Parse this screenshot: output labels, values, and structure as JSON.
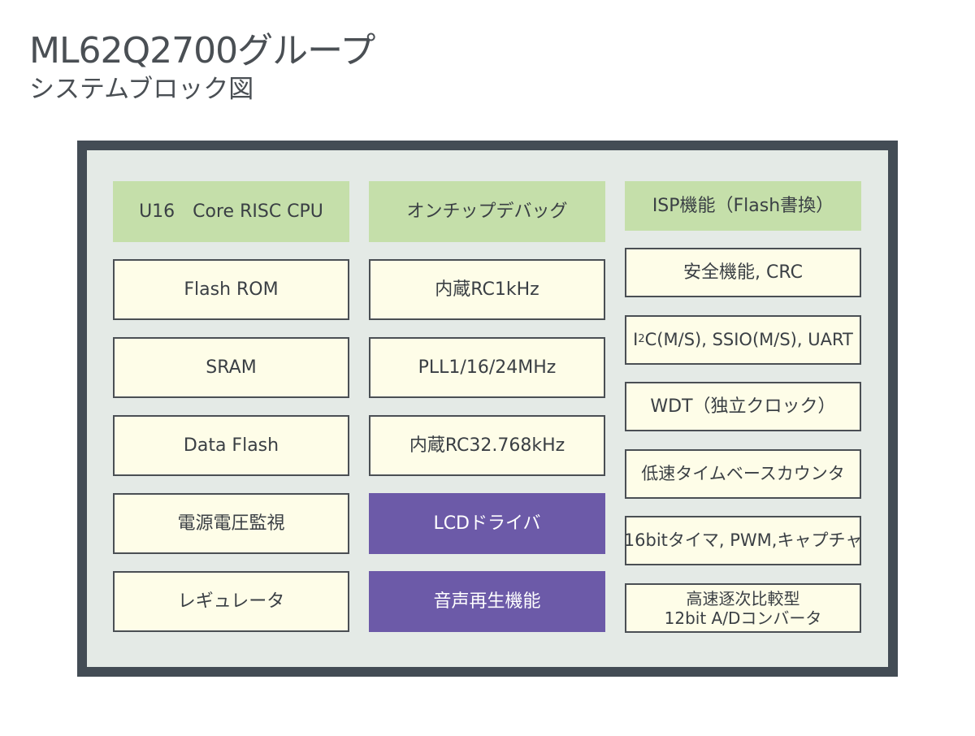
{
  "title": "ML62Q2700グループ",
  "subtitle": "システムブロック図",
  "blocks": {
    "cpu": "U16　Core RISC CPU",
    "debug": "オンチップデバッグ",
    "isp": "ISP機能（Flash書換）",
    "flash_rom": "Flash ROM",
    "rc1k": "内蔵RC1kHz",
    "safety": "安全機能, CRC",
    "sram": "SRAM",
    "pll": "PLL1/16/24MHz",
    "i2c_prefix": "I",
    "i2c_sup": "2",
    "i2c_rest": "C(M/S), SSIO(M/S), UART",
    "data_flash": "Data Flash",
    "rc32k": "内蔵RC32.768kHz",
    "wdt": "WDT（独立クロック）",
    "voltage_monitor": "電源電圧監視",
    "lcd": "LCDドライバ",
    "lowspeed_timer": "低速タイムベースカウンタ",
    "regulator": "レギュレータ",
    "sound": "音声再生機能",
    "timer16": "16bitタイマ, PWM,キャプチャ",
    "adc_line1": "高速逐次比較型",
    "adc_line2": "12bit A/Dコンバータ"
  },
  "colors": {
    "chip_border": "#434c55",
    "chip_fill": "#e4eae6",
    "cream": "#fefde8",
    "green": "#c5dfaa",
    "purple": "#6c5aa8"
  }
}
